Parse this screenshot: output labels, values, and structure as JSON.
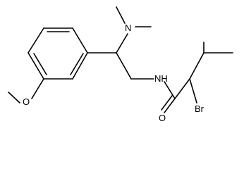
{
  "atoms": {
    "n_amine": "N",
    "n_amide": "NH",
    "o_methoxy": "O",
    "o_carbonyl": "O",
    "br": "Br"
  },
  "colors": {
    "bond": "#000000",
    "label": "#000000",
    "background": "#ffffff"
  }
}
